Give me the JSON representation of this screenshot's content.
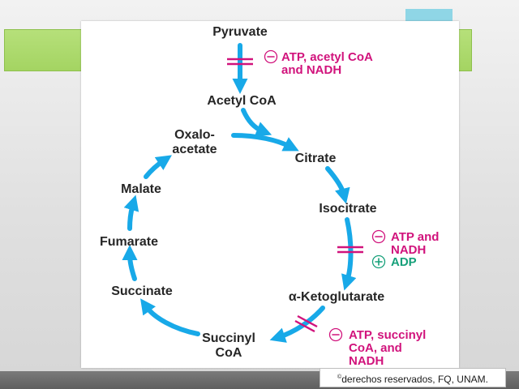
{
  "colors": {
    "arrow": "#18a9e8",
    "inhibitor": "#d1137c",
    "activator": "#16a07a",
    "green_band": "#a8d66a",
    "cyan_tab": "#8fd6e6"
  },
  "diagram": {
    "pyruvate": "Pyruvate",
    "acetyl_coa": "Acetyl CoA",
    "oxaloacetate_line1": "Oxalo-",
    "oxaloacetate_line2": "acetate",
    "citrate": "Citrate",
    "isocitrate": "Isocitrate",
    "ketoglutarate": "α-Ketoglutarate",
    "succinyl_line1": "Succinyl",
    "succinyl_line2": "CoA",
    "succinate": "Succinate",
    "fumarate": "Fumarate",
    "malate": "Malate"
  },
  "regulation": {
    "pdh": {
      "sign": "−",
      "line1": "ATP, acetyl CoA",
      "line2": "and NADH"
    },
    "idh": {
      "sign": "−",
      "line1": "ATP and",
      "line2": "NADH",
      "activator_sign": "+",
      "activator": "ADP"
    },
    "akgdh": {
      "sign": "−",
      "line1": "ATP, succinyl",
      "line2": "CoA, and",
      "line3": "NADH"
    }
  },
  "footer": {
    "copyright_symbol": "©",
    "copyright_text": "derechos reservados, FQ, UNAM."
  }
}
